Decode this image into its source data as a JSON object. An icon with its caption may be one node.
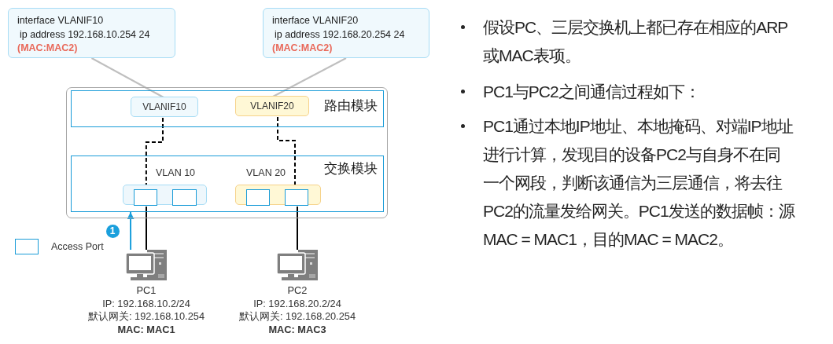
{
  "diagram": {
    "nodes": [
      {
        "text": [
          "interface VLANIF10",
          "ip address 192.168.10.254 24",
          "(MAC:MAC2)"
        ]
      },
      {
        "text": [
          "interface VLANIF20",
          "ip address 192.168.20.254 24",
          "(MAC:MAC2)"
        ]
      },
      {
        "text": [],
        "shape": "box"
      },
      {
        "text": [
          "路由模块"
        ],
        "in": 2
      },
      {
        "text": [
          "VLANIF10"
        ],
        "in": 3
      },
      {
        "text": [
          "VLANIF20"
        ],
        "in": 3
      },
      {
        "text": [
          "交换模块"
        ],
        "in": 2
      },
      {
        "text": [
          "VLAN 10"
        ],
        "in": 6
      },
      {
        "text": [],
        "shape": "box",
        "in": 7
      },
      {
        "text": [],
        "shape": "box",
        "in": 7
      },
      {
        "text": [
          "VLAN 20"
        ],
        "in": 6
      },
      {
        "text": [],
        "shape": "box",
        "in": 10
      },
      {
        "text": [],
        "shape": "box",
        "in": 10
      },
      {
        "text": [
          "PC1",
          "IP: 192.168.10.2/24",
          "默认网关: 192.168.10.254",
          "MAC: MAC1"
        ]
      },
      {
        "text": [
          "PC2",
          "IP: 192.168.20.2/24",
          "默认网关: 192.168.20.254",
          "MAC: MAC3"
        ]
      }
    ],
    "edges": [
      {
        "from": 0,
        "to": 4,
        "arrow": "none",
        "color": "#bfbfbf"
      },
      {
        "from": 1,
        "to": 5,
        "arrow": "none",
        "color": "#bfbfbf"
      },
      {
        "from": 4,
        "to": 7,
        "arrow": "none",
        "style": "dashed"
      },
      {
        "from": 5,
        "to": 10,
        "arrow": "none",
        "style": "dashed"
      },
      {
        "from": 8,
        "to": 13,
        "arrow": "none"
      },
      {
        "from": 12,
        "to": 14,
        "arrow": "none"
      },
      {
        "from": 13,
        "to": 6,
        "arrow": "to",
        "label": "1",
        "color": "#1a9fdc"
      }
    ],
    "labels": [
      "假设PC、三层交换机上都已存在相应的ARP或MAC表项。",
      "PC1与PC2之间通信过程如下：",
      "PC1通过本地IP地址、本地掩码、对端IP地址进行计算，发现目的设备PC2与自身不在同一个网段，判断该通信为三层通信，将去往PC2的流量发给网关。PC1发送的数据帧：源MAC = MAC1，目的MAC = MAC2。"
    ],
    "legend": [
      {
        "text": "Access Port"
      }
    ]
  }
}
